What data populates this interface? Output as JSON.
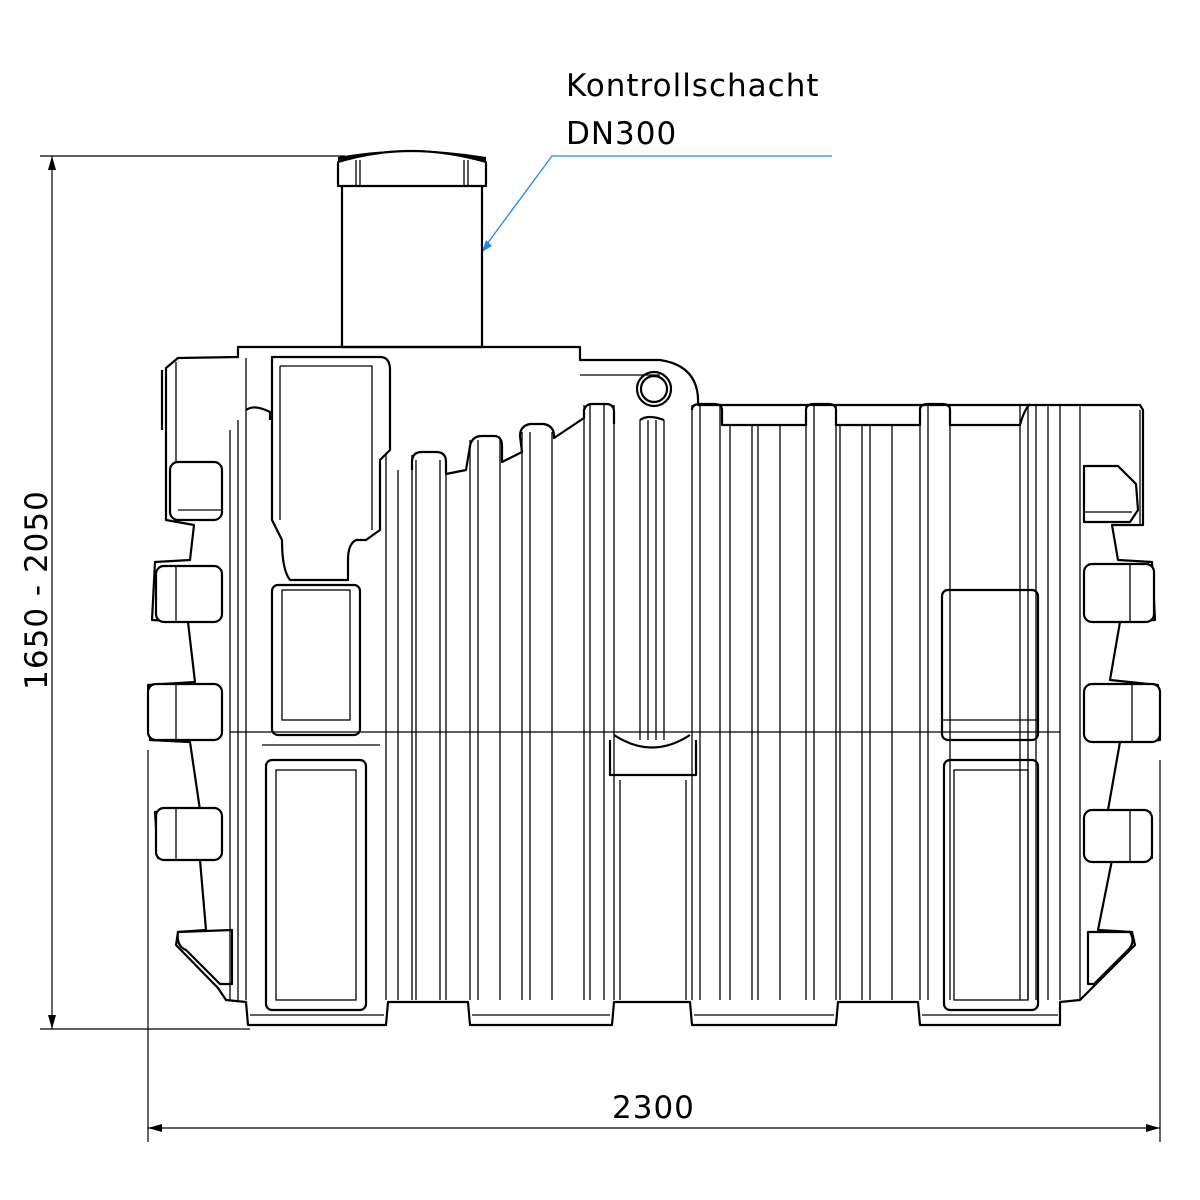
{
  "drawing": {
    "subject": "Tank side elevation with inspection shaft",
    "colors": {
      "line": "#000000",
      "leader": "#1e88e5",
      "background": "#ffffff"
    }
  },
  "callout": {
    "title": "Kontrollschacht",
    "subtitle": "DN300"
  },
  "dimensions": {
    "height_label": "1650 - 2050",
    "width_label": "2300"
  }
}
